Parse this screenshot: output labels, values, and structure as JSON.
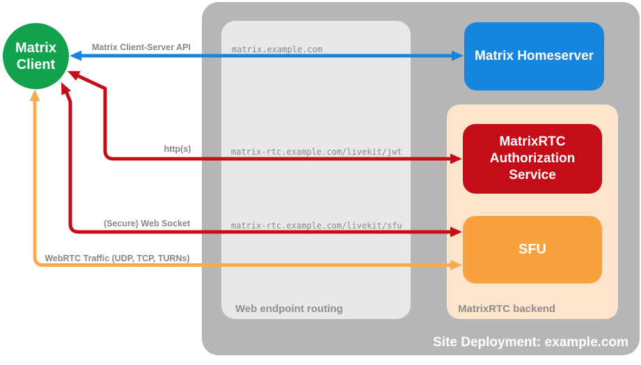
{
  "canvas": {
    "background": "#ffffff"
  },
  "nodes": {
    "client": {
      "label": "Matrix\nClient",
      "color": "#12a24d"
    },
    "homeserver": {
      "label": "Matrix Homeserver",
      "color": "#1685e0"
    },
    "auth_service": {
      "label": "MatrixRTC\nAuthorization\nService",
      "color": "#c40d18"
    },
    "sfu": {
      "label": "SFU",
      "color": "#f9a23d"
    }
  },
  "containers": {
    "site": {
      "caption": "Site Deployment: example.com",
      "color": "#b6b6b6"
    },
    "routing": {
      "caption": "Web endpoint routing",
      "color": "#e8e8e8"
    },
    "backend": {
      "caption": "MatrixRTC backend",
      "color": "#fce5cc"
    }
  },
  "connections": {
    "cs_api": {
      "label": "Matrix Client-Server API",
      "endpoint": "matrix.example.com",
      "color": "#1685e0",
      "direction": "bidirectional"
    },
    "https": {
      "label": "http(s)",
      "endpoint": "matrix-rtc.example.com/livekit/jwt",
      "color": "#c40d18",
      "direction": "bidirectional"
    },
    "websocket": {
      "label": "(Secure) Web Socket",
      "endpoint": "matrix-rtc.example.com/livekit/sfu",
      "color": "#c40d18",
      "direction": "bidirectional"
    },
    "webrtc": {
      "label": "WebRTC Traffic (UDP, TCP, TURNs)",
      "endpoint": "",
      "color": "#f9ac4f",
      "direction": "bidirectional"
    }
  }
}
